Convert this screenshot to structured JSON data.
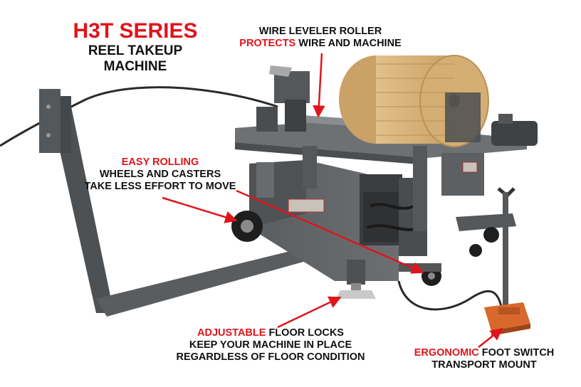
{
  "title": {
    "series": "H3T SERIES",
    "line1": "REEL TAKEUP",
    "line2": "MACHINE"
  },
  "callouts": {
    "roller": {
      "line1": "WIRE LEVELER ROLLER",
      "highlight": "PROTECTS",
      "rest": " WIRE AND MACHINE"
    },
    "rolling": {
      "highlight": "EASY ROLLING",
      "line2": "WHEELS AND CASTERS",
      "line3": "TAKE LESS EFFORT TO MOVE"
    },
    "locks": {
      "highlight": "ADJUSTABLE",
      "rest": " FLOOR LOCKS",
      "line2": "KEEP YOUR MACHINE IN PLACE",
      "line3": "REGARDLESS OF FLOOR CONDITION"
    },
    "switch": {
      "highlight": "ERGONOMIC",
      "rest": " FOOT SWITCH",
      "line2": "TRANSPORT MOUNT"
    }
  },
  "colors": {
    "accent": "#e0141b",
    "machine": "#5e6164",
    "wood": "#d9b37a",
    "pedal": "#d8682c"
  }
}
